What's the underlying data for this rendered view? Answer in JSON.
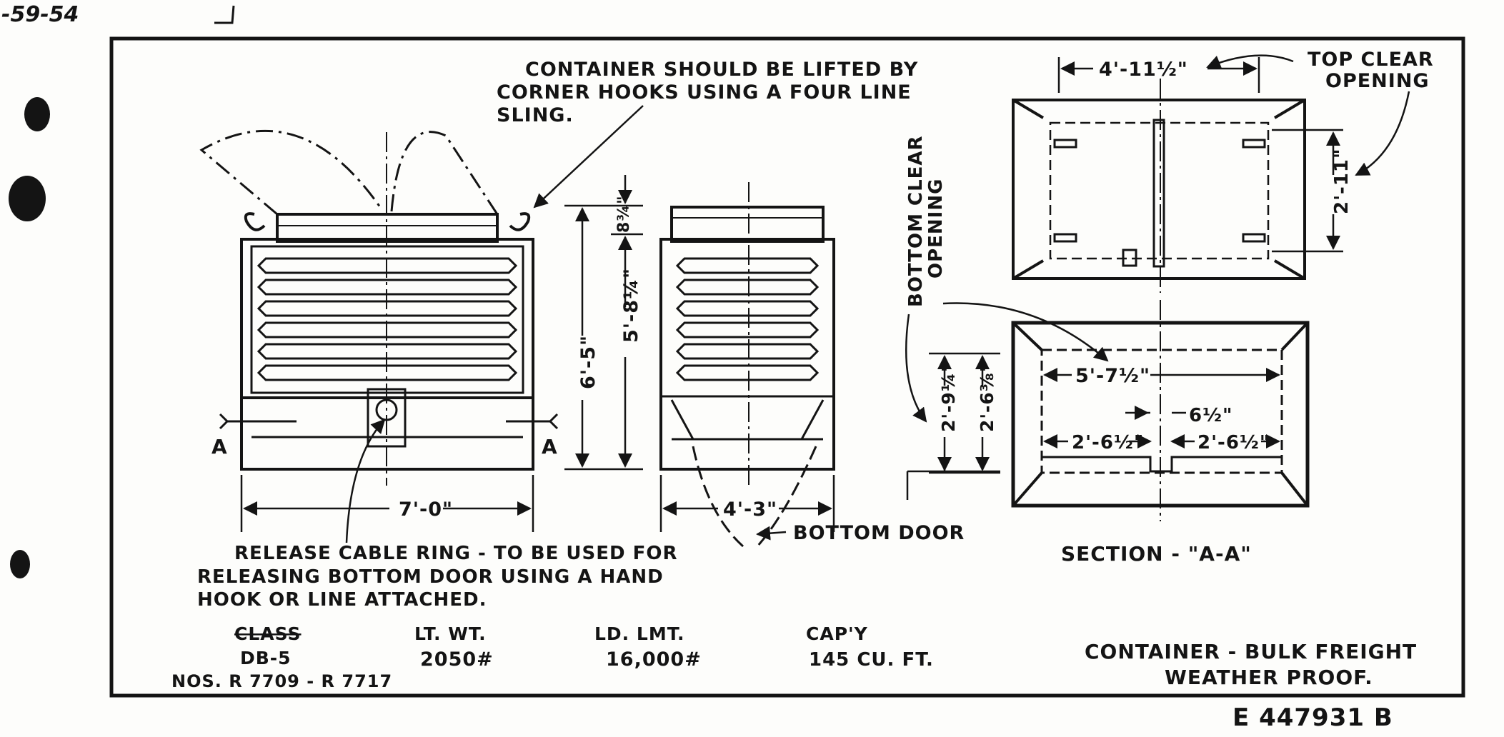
{
  "corner_mark": "-59-54",
  "notes": {
    "lift_line1": "CONTAINER SHOULD BE LIFTED BY",
    "lift_line2": "CORNER HOOKS USING A FOUR LINE",
    "lift_line3": "SLING.",
    "top_clear_line1": "TOP CLEAR",
    "top_clear_line2": "OPENING",
    "bottom_clear_line1": "BOTTOM CLEAR",
    "bottom_clear_line2": "OPENING",
    "release_line1": "RELEASE CABLE RING - TO BE USED FOR",
    "release_line2": "RELEASING BOTTOM DOOR USING A HAND",
    "release_line3": "HOOK OR LINE ATTACHED.",
    "bottom_door": "BOTTOM DOOR",
    "section": "SECTION - \"A-A\""
  },
  "dimensions": {
    "width_front": "7'-0\"",
    "width_side": "4'-3\"",
    "height_total": "6'-5\"",
    "height_body": "5'-8¼\"",
    "height_top": "8¾\"",
    "top_clear_width": "4'-11½\"",
    "top_clear_depth": "2'-11\"",
    "bottom_outer_width": "5'-7½\"",
    "bottom_height_outer": "2'-9¼\"",
    "bottom_height_inner": "2'-6⅜\"",
    "bottom_half_left": "2'-6½\"",
    "bottom_half_right": "2'-6½\"",
    "bottom_gap": "6½\""
  },
  "section_marks": {
    "left": "A",
    "right": "A"
  },
  "specs": {
    "class_label": "CLASS",
    "class_value": "DB-5",
    "numbers": "NOS. R 7709 - R 7717",
    "lt_wt_label": "LT. WT.",
    "lt_wt_value": "2050#",
    "ld_lmt_label": "LD. LMT.",
    "ld_lmt_value": "16,000#",
    "capy_label": "CAP'Y",
    "capy_value": "145 CU. FT."
  },
  "title": {
    "line1": "CONTAINER - BULK FREIGHT",
    "line2": "WEATHER PROOF."
  },
  "drawing_number": "E 447931 B",
  "colors": {
    "ink": "#141414",
    "paper": "#fdfdfb"
  }
}
